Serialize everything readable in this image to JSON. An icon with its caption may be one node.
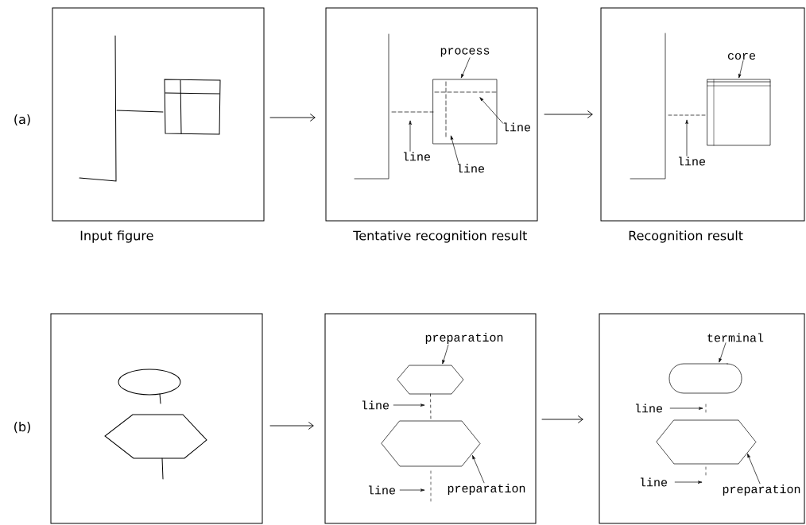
{
  "diagram": {
    "nodes": [
      {
        "text": [],
        "shape": "box",
        "beside": [
          "Input figure"
        ]
      },
      {
        "text": [],
        "shape": "box",
        "beside": [
          "Tentative recognition result"
        ]
      },
      {
        "text": [],
        "shape": "box",
        "beside": [
          "Recognition result"
        ]
      },
      {
        "text": [],
        "shape": "box"
      },
      {
        "text": [],
        "shape": "box"
      },
      {
        "text": [],
        "shape": "box"
      },
      {
        "text": [
          "process"
        ],
        "in": 1
      },
      {
        "text": [],
        "shape": "box",
        "in": 1
      },
      {
        "text": [
          "line"
        ],
        "in": 1
      },
      {
        "text": [
          "line"
        ],
        "in": 1
      },
      {
        "text": [
          "line"
        ],
        "in": 1
      },
      {
        "text": [
          "core"
        ],
        "in": 2
      },
      {
        "text": [
          "line"
        ],
        "in": 2
      },
      {
        "text": [
          "preparation"
        ],
        "in": 4
      },
      {
        "text": [],
        "shape": "hexagon",
        "in": 4
      },
      {
        "text": [
          "line"
        ],
        "in": 4
      },
      {
        "text": [],
        "shape": "hexagon",
        "in": 4
      },
      {
        "text": [
          "line"
        ],
        "in": 4
      },
      {
        "text": [
          "preparation"
        ],
        "in": 4
      },
      {
        "text": [
          "terminal"
        ],
        "in": 5
      },
      {
        "text": [],
        "shape": "oval",
        "in": 5
      },
      {
        "text": [
          "line"
        ],
        "in": 5
      },
      {
        "text": [],
        "shape": "hexagon",
        "in": 5
      },
      {
        "text": [
          "line"
        ],
        "in": 5
      },
      {
        "text": [
          "preparation"
        ],
        "in": 5
      },
      {
        "text": [],
        "shape": "box",
        "in": 2
      }
    ],
    "edges": [
      {
        "from": 0,
        "to": 1,
        "arrow": "to"
      },
      {
        "from": 1,
        "to": 2,
        "arrow": "to"
      },
      {
        "from": 3,
        "to": 4,
        "arrow": "to"
      },
      {
        "from": 4,
        "to": 5,
        "arrow": "to"
      },
      {
        "from": 6,
        "to": 7,
        "arrow": "to"
      },
      {
        "from": 8,
        "to": 7,
        "arrow": "to"
      },
      {
        "from": 9,
        "to": 7,
        "arrow": "to"
      },
      {
        "from": 10,
        "to": null,
        "arrow": "to"
      },
      {
        "from": 11,
        "to": 25,
        "arrow": "to"
      },
      {
        "from": 12,
        "to": null,
        "arrow": "to"
      },
      {
        "from": 13,
        "to": 14,
        "arrow": "to"
      },
      {
        "from": 15,
        "to": null,
        "arrow": "to"
      },
      {
        "from": 17,
        "to": null,
        "arrow": "to"
      },
      {
        "from": 18,
        "to": 16,
        "arrow": "to"
      },
      {
        "from": 19,
        "to": 20,
        "arrow": "to"
      },
      {
        "from": 21,
        "to": null,
        "arrow": "to"
      },
      {
        "from": 23,
        "to": null,
        "arrow": "to"
      },
      {
        "from": 24,
        "to": 22,
        "arrow": "to"
      },
      {
        "from": 14,
        "to": 16,
        "arrow": "none",
        "style": "dashed"
      }
    ],
    "labels": [
      "(a)",
      "(b)"
    ]
  }
}
